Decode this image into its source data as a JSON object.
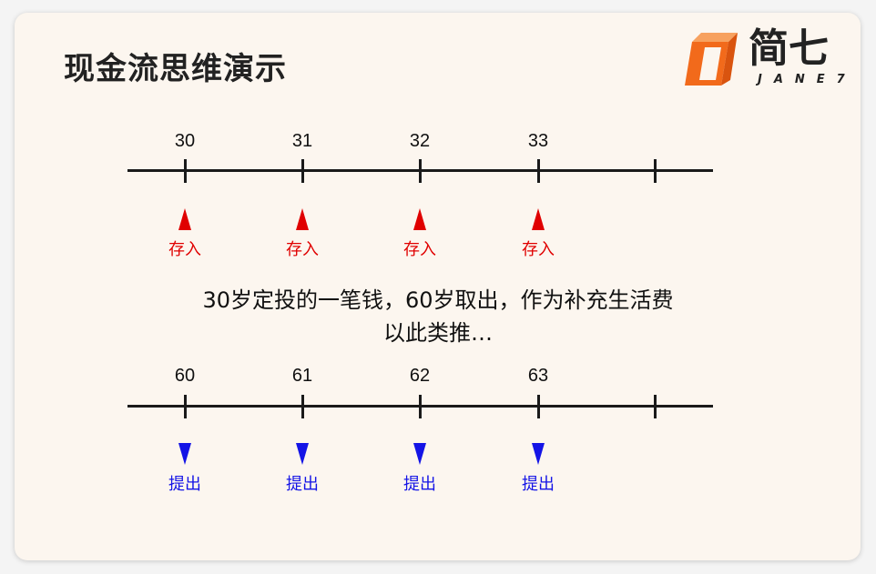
{
  "title": "现金流思维演示",
  "logo": {
    "cn": "简七",
    "en": "JANE7",
    "color": "#f26a1b"
  },
  "timeline_top": {
    "ticks": [
      "30",
      "31",
      "32",
      "33",
      ""
    ],
    "marker_label": "存入",
    "marker_direction": "up",
    "marker_color": "#e00000",
    "marker_count": 4
  },
  "caption": {
    "line1": "30岁定投的一笔钱，60岁取出，作为补充生活费",
    "line2": "以此类推…"
  },
  "timeline_bottom": {
    "ticks": [
      "60",
      "61",
      "62",
      "63",
      ""
    ],
    "marker_label": "提出",
    "marker_direction": "down",
    "marker_color": "#1414e6",
    "marker_count": 4
  }
}
